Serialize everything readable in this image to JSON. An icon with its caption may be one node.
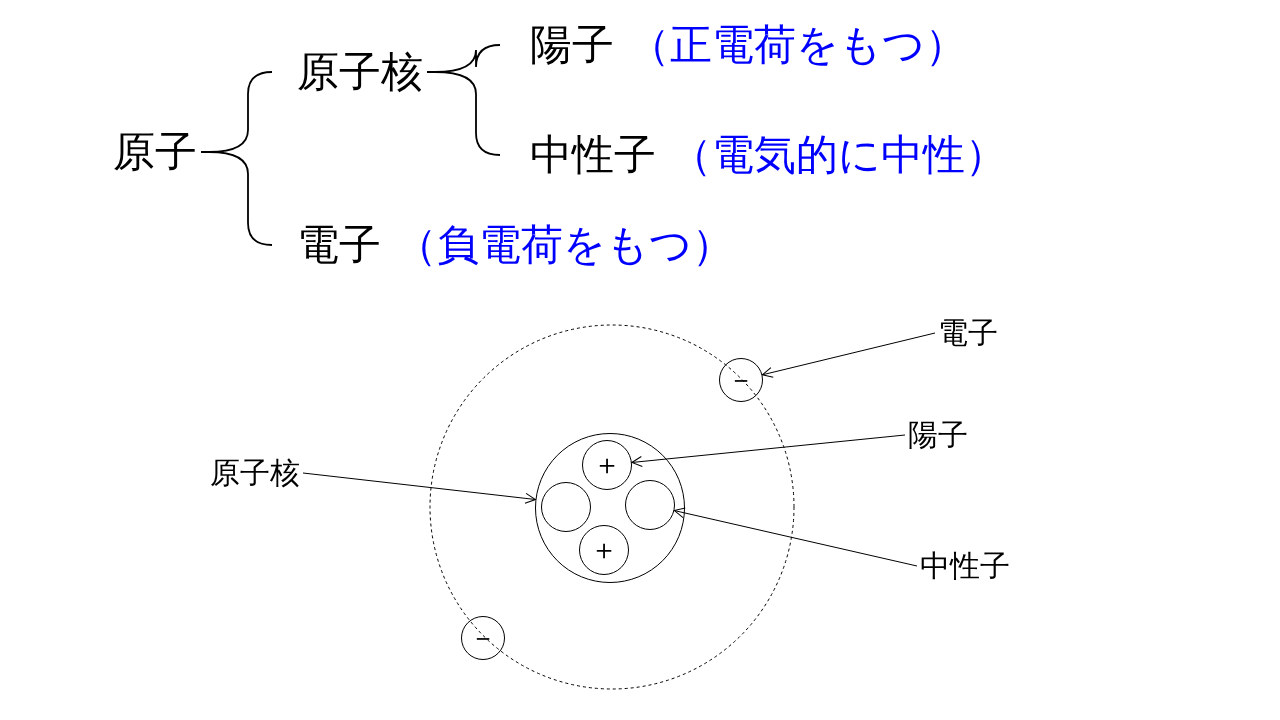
{
  "diagram": {
    "nodes": [
      {
        "text": [
          "原子"
        ]
      },
      {
        "text": [
          "原子核"
        ]
      },
      {
        "text": [
          "陽子"
        ],
        "beside": [
          "（正電荷をもつ）"
        ]
      },
      {
        "text": [
          "中性子"
        ],
        "beside": [
          "（電気的に中性）"
        ]
      },
      {
        "text": [
          "電子"
        ],
        "beside": [
          "（負電荷をもつ）"
        ]
      },
      {
        "text": [
          "電子"
        ]
      },
      {
        "text": [
          "－"
        ]
      },
      {
        "text": [
          "陽子"
        ]
      },
      {
        "text": [
          "原子核"
        ]
      },
      {
        "text": [],
        "shape": "circle"
      },
      {
        "text": [
          "＋"
        ],
        "in": 9
      },
      {
        "text": [],
        "shape": "circle",
        "in": 9
      },
      {
        "text": [],
        "shape": "circle",
        "in": 9
      },
      {
        "text": [
          "＋"
        ],
        "in": 9
      },
      {
        "text": [
          "中性子"
        ]
      },
      {
        "text": [
          "－"
        ]
      }
    ],
    "edges": [
      {
        "from": 0,
        "to": 1,
        "arrow": "none"
      },
      {
        "from": 0,
        "to": 4,
        "arrow": "none"
      },
      {
        "from": 1,
        "to": 2,
        "arrow": "none"
      },
      {
        "from": 1,
        "to": 3,
        "arrow": "none"
      },
      {
        "from": 5,
        "to": 6,
        "arrow": "to"
      },
      {
        "from": 7,
        "to": 10,
        "arrow": "to"
      },
      {
        "from": 8,
        "to": 9,
        "arrow": "to"
      },
      {
        "from": 14,
        "to": 12,
        "arrow": "to"
      }
    ]
  }
}
